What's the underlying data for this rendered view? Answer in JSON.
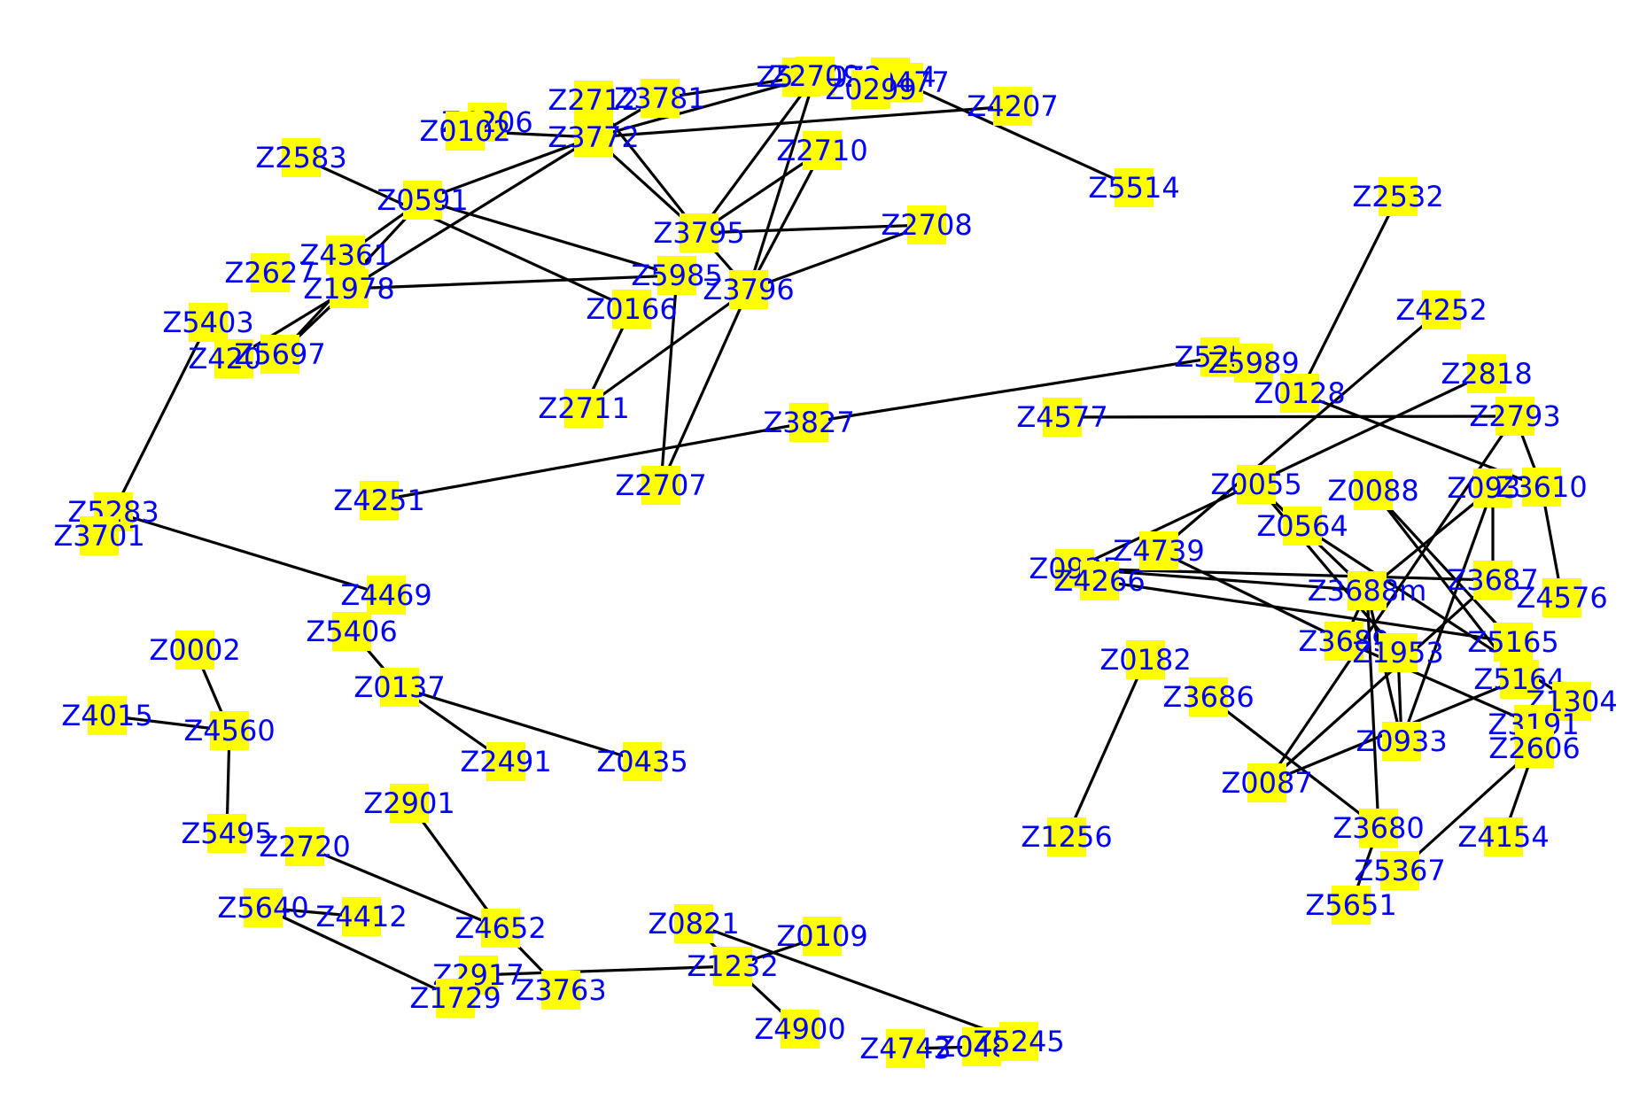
{
  "graph": {
    "node_color": "#ffff00",
    "label_color": "#0000ff",
    "edge_color": "#000000",
    "nodes": [
      {
        "id": "Z2712"
      },
      {
        "id": "Z3781"
      },
      {
        "id": "Z5620"
      },
      {
        "id": "Z2709"
      },
      {
        "id": "Z2994"
      },
      {
        "id": "Z0477"
      },
      {
        "id": "Z0299"
      },
      {
        "id": "Z4207"
      },
      {
        "id": "Z4206"
      },
      {
        "id": "Z0102"
      },
      {
        "id": "Z3772"
      },
      {
        "id": "Z5514"
      },
      {
        "id": "Z2710"
      },
      {
        "id": "Z2583"
      },
      {
        "id": "Z0591"
      },
      {
        "id": "Z3795"
      },
      {
        "id": "Z2708"
      },
      {
        "id": "Z4361"
      },
      {
        "id": "Z2627"
      },
      {
        "id": "Z1978"
      },
      {
        "id": "Z5985"
      },
      {
        "id": "Z3796"
      },
      {
        "id": "Z0166"
      },
      {
        "id": "Z5403"
      },
      {
        "id": "Z4205"
      },
      {
        "id": "Z5697"
      },
      {
        "id": "Z2711"
      },
      {
        "id": "Z2707"
      },
      {
        "id": "Z3827"
      },
      {
        "id": "Z4251"
      },
      {
        "id": "Z5283"
      },
      {
        "id": "Z3701"
      },
      {
        "id": "Z4469"
      },
      {
        "id": "Z5406"
      },
      {
        "id": "Z0002"
      },
      {
        "id": "Z0137"
      },
      {
        "id": "Z4015"
      },
      {
        "id": "Z4560"
      },
      {
        "id": "Z2491"
      },
      {
        "id": "Z0435"
      },
      {
        "id": "Z2901"
      },
      {
        "id": "Z5495"
      },
      {
        "id": "Z2720"
      },
      {
        "id": "Z5640"
      },
      {
        "id": "Z4412"
      },
      {
        "id": "Z4652"
      },
      {
        "id": "Z0821"
      },
      {
        "id": "Z0109"
      },
      {
        "id": "Z2917"
      },
      {
        "id": "Z1232"
      },
      {
        "id": "Z1729"
      },
      {
        "id": "Z3763"
      },
      {
        "id": "Z4900"
      },
      {
        "id": "Z4743"
      },
      {
        "id": "Z0484"
      },
      {
        "id": "Z5245"
      },
      {
        "id": "Z2532"
      },
      {
        "id": "Z4252"
      },
      {
        "id": "Z5251"
      },
      {
        "id": "Z5989"
      },
      {
        "id": "Z0128"
      },
      {
        "id": "Z2818"
      },
      {
        "id": "Z4577"
      },
      {
        "id": "Z2793"
      },
      {
        "id": "Z0055"
      },
      {
        "id": "Z0088"
      },
      {
        "id": "Z0934"
      },
      {
        "id": "Z3610"
      },
      {
        "id": "Z0564"
      },
      {
        "id": "Z4739"
      },
      {
        "id": "Z0935"
      },
      {
        "id": "Z4266"
      },
      {
        "id": "Z3688m"
      },
      {
        "id": "Z3687"
      },
      {
        "id": "Z4576"
      },
      {
        "id": "Z3689"
      },
      {
        "id": "Z5165"
      },
      {
        "id": "Z0182"
      },
      {
        "id": "Z1953"
      },
      {
        "id": "Z5164"
      },
      {
        "id": "Z3686"
      },
      {
        "id": "Z1304"
      },
      {
        "id": "Z3191"
      },
      {
        "id": "Z0933"
      },
      {
        "id": "Z2606"
      },
      {
        "id": "Z0087"
      },
      {
        "id": "Z3680"
      },
      {
        "id": "Z1256"
      },
      {
        "id": "Z4154"
      },
      {
        "id": "Z5367"
      },
      {
        "id": "Z5651"
      }
    ],
    "edges": [
      [
        "Z2712",
        "Z3795"
      ],
      [
        "Z3781",
        "Z5620"
      ],
      [
        "Z3781",
        "Z3772"
      ],
      [
        "Z2709",
        "Z3795"
      ],
      [
        "Z2709",
        "Z3796"
      ],
      [
        "Z2709",
        "Z3772"
      ],
      [
        "Z2994",
        "Z5514"
      ],
      [
        "Z4207",
        "Z3772"
      ],
      [
        "Z0102",
        "Z3772"
      ],
      [
        "Z3772",
        "Z3795"
      ],
      [
        "Z3772",
        "Z0591"
      ],
      [
        "Z3772",
        "Z1978"
      ],
      [
        "Z2710",
        "Z3795"
      ],
      [
        "Z2710",
        "Z3796"
      ],
      [
        "Z2583",
        "Z0166"
      ],
      [
        "Z0591",
        "Z5985"
      ],
      [
        "Z0591",
        "Z4361"
      ],
      [
        "Z0591",
        "Z5697"
      ],
      [
        "Z3795",
        "Z2708"
      ],
      [
        "Z3795",
        "Z3796"
      ],
      [
        "Z2708",
        "Z3796"
      ],
      [
        "Z1978",
        "Z5985"
      ],
      [
        "Z1978",
        "Z4205"
      ],
      [
        "Z1978",
        "Z5697"
      ],
      [
        "Z5985",
        "Z2707"
      ],
      [
        "Z3796",
        "Z2707"
      ],
      [
        "Z3796",
        "Z2711"
      ],
      [
        "Z0166",
        "Z2711"
      ],
      [
        "Z5403",
        "Z5283"
      ],
      [
        "Z5251",
        "Z3827"
      ],
      [
        "Z3827",
        "Z4251"
      ],
      [
        "Z5283",
        "Z4469"
      ],
      [
        "Z5406",
        "Z0137"
      ],
      [
        "Z0137",
        "Z2491"
      ],
      [
        "Z0137",
        "Z0435"
      ],
      [
        "Z0002",
        "Z4560"
      ],
      [
        "Z4015",
        "Z4560"
      ],
      [
        "Z4560",
        "Z5495"
      ],
      [
        "Z2901",
        "Z4652"
      ],
      [
        "Z2720",
        "Z4652"
      ],
      [
        "Z5640",
        "Z4412"
      ],
      [
        "Z5640",
        "Z1729"
      ],
      [
        "Z4652",
        "Z3763"
      ],
      [
        "Z2917",
        "Z1232"
      ],
      [
        "Z0821",
        "Z1232"
      ],
      [
        "Z0821",
        "Z5245"
      ],
      [
        "Z0109",
        "Z1232"
      ],
      [
        "Z1232",
        "Z4900"
      ],
      [
        "Z4743",
        "Z0484"
      ],
      [
        "Z2532",
        "Z0128"
      ],
      [
        "Z4252",
        "Z4739"
      ],
      [
        "Z4577",
        "Z2793"
      ],
      [
        "Z0128",
        "Z3610"
      ],
      [
        "Z2818",
        "Z0935"
      ],
      [
        "Z2793",
        "Z0087"
      ],
      [
        "Z2793",
        "Z3610"
      ],
      [
        "Z0055",
        "Z1953"
      ],
      [
        "Z0055",
        "Z3688m"
      ],
      [
        "Z0088",
        "Z5165"
      ],
      [
        "Z0088",
        "Z5164"
      ],
      [
        "Z0934",
        "Z3687"
      ],
      [
        "Z0934",
        "Z3688m"
      ],
      [
        "Z0934",
        "Z0933"
      ],
      [
        "Z3610",
        "Z4576"
      ],
      [
        "Z0564",
        "Z1304"
      ],
      [
        "Z4739",
        "Z3689"
      ],
      [
        "Z0935",
        "Z3687"
      ],
      [
        "Z0935",
        "Z3688m"
      ],
      [
        "Z4266",
        "Z5165"
      ],
      [
        "Z3688m",
        "Z3689"
      ],
      [
        "Z3688m",
        "Z0933"
      ],
      [
        "Z3688m",
        "Z3680"
      ],
      [
        "Z3687",
        "Z0087"
      ],
      [
        "Z3689",
        "Z3191"
      ],
      [
        "Z1953",
        "Z0933"
      ],
      [
        "Z0182",
        "Z1256"
      ],
      [
        "Z5164",
        "Z0087"
      ],
      [
        "Z3686",
        "Z3680"
      ],
      [
        "Z2606",
        "Z4154"
      ],
      [
        "Z2606",
        "Z5367"
      ],
      [
        "Z3680",
        "Z5651"
      ]
    ]
  }
}
